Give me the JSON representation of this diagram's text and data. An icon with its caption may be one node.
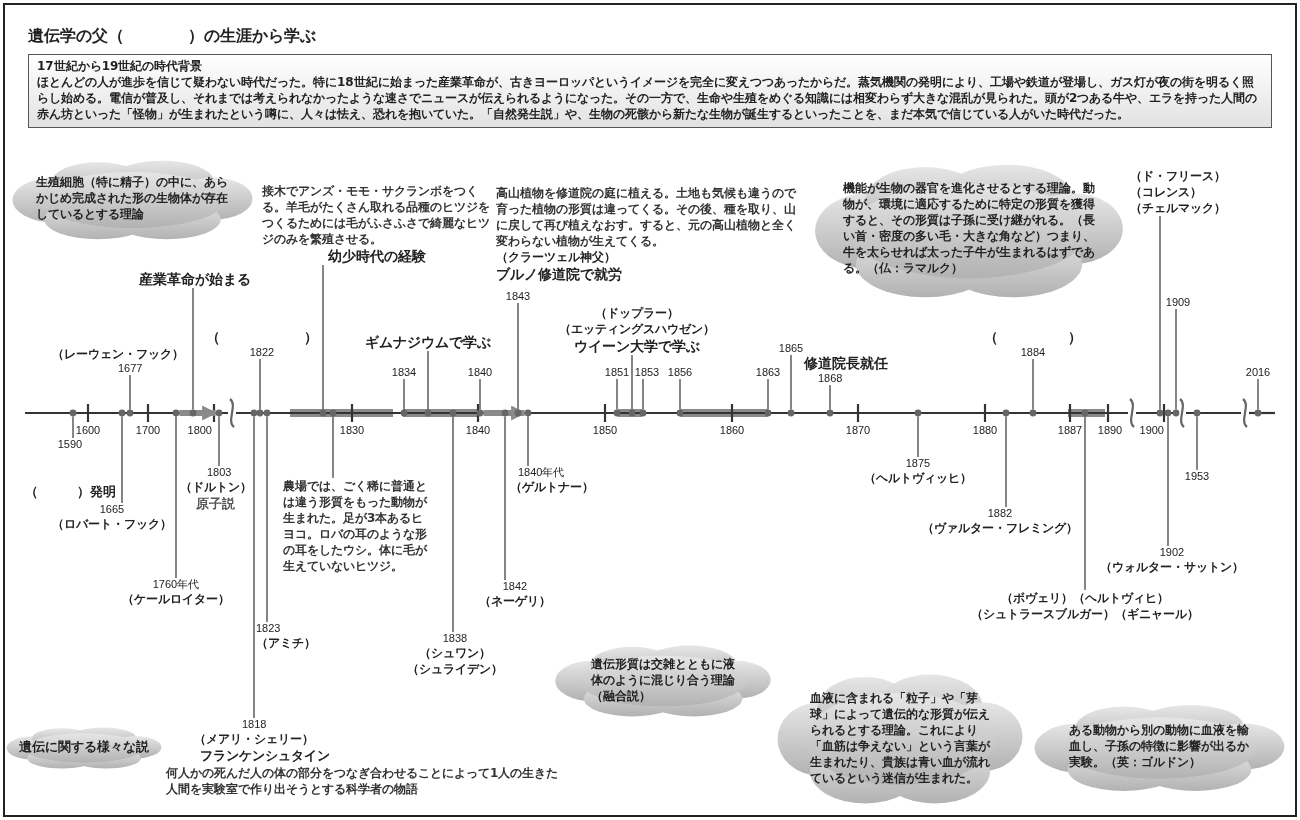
{
  "diagram": {
    "title": "遺伝学の父（　　　　）の生涯から学ぶ",
    "nodes": [
      {
        "text": [
          "17世紀から19世紀の時代背景",
          "ほとんどの人が進歩を信じて疑わない時代だった。特に18世紀に始まった産業革命が、古きヨーロッパというイメージを完全に変えつつあったからだ。蒸気機関の発明により、工場や鉄道が登場し、ガス灯が夜の街を明るく照らし始める。電信が普及し、それまでは考えられなかったような速さでニュースが伝えられるようになった。その一方で、生命や生殖をめぐる知識には相変わらず大きな混乱が見られた。頭が2つある牛や、エラを持った人間の赤ん坊といった「怪物」が生まれたという噂に、人々は怯え、恐れを抱いていた。「自然発生説」や、生物の死骸から新たな生物が誕生するといったことを、まだ本気で信じている人がいた時代だった。"
        ]
      },
      {
        "text": [
          "生殖細胞（特に精子）の中に、あらかじめ完成された形の生物体が存在しているとする理論"
        ]
      },
      {
        "text": [
          "接木でアンズ・モモ・サクランボをつくる。羊毛がたくさん取れる品種のヒツジをつくるためには毛がふさふさで綺麗なヒツジのみを繁殖させる。",
          "幼少時代の経験"
        ]
      },
      {
        "text": [
          "高山植物を修道院の庭に植える。土地も気候も違うので育った植物の形質は違ってくる。その後、種を取り、山に戻して再び植えなおす。すると、元の高山植物と全く変わらない植物が生えてくる。",
          "（クラーツェル神父）",
          "ブルノ修道院で就労"
        ]
      },
      {
        "text": [
          "1843"
        ]
      },
      {
        "text": [
          "（レーウェン・フック）",
          "1677"
        ]
      },
      {
        "text": [
          "産業革命が始まる"
        ]
      },
      {
        "text": [
          "（　　　　　　）",
          "1822"
        ]
      },
      {
        "text": [
          "ギムナジウムで学ぶ"
        ]
      },
      {
        "text": [
          "1834"
        ]
      },
      {
        "text": [
          "1840"
        ]
      },
      {
        "text": [
          "（ドップラー）",
          "（エッティングスハウゼン）",
          "ウイーン大学で学ぶ"
        ]
      },
      {
        "text": [
          "1851"
        ]
      },
      {
        "text": [
          "1853"
        ]
      },
      {
        "text": [
          "1856"
        ]
      },
      {
        "text": [
          "1863"
        ]
      },
      {
        "text": [
          "1865"
        ]
      },
      {
        "text": [
          "修道院長就任",
          "1868"
        ]
      },
      {
        "text": [
          "機能が生物の器官を進化させるとする理論。動物が、環境に適応するために特定の形質を獲得すると、その形質は子孫に受け継がれる。（長い首・密度の多い毛・大きな角など）つまり、牛を太らせれば太った子牛が生まれるはずである。（仏：ラマルク）"
        ]
      },
      {
        "text": [
          "（　　　　　）",
          "1884"
        ]
      },
      {
        "text": [
          "（ド・フリース）",
          "（コレンス）",
          "（チェルマック）"
        ]
      },
      {
        "text": [
          "1909"
        ]
      },
      {
        "text": [
          "2016"
        ]
      },
      {
        "text": [
          "1590",
          "（　　　）発明"
        ]
      },
      {
        "text": [
          "1665",
          "（ロバート・フック）"
        ]
      },
      {
        "text": [
          "1760年代",
          "（ケールロイター）"
        ]
      },
      {
        "text": [
          "1803",
          "（ドルトン）",
          "原子説"
        ]
      },
      {
        "text": [
          "1818",
          "（メアリ・シェリー）",
          "フランケンシュタイン",
          "何人かの死んだ人の体の部分をつなぎ合わせることによって1人の生きた人間を実験室で作り出そうとする科学者の物語"
        ]
      },
      {
        "text": [
          "1823",
          "（アミチ）"
        ]
      },
      {
        "text": [
          "農場では、ごく稀に普通とは違う形質をもった動物が生まれた。足が3本あるヒヨコ。ロバの耳のような形の耳をしたウシ。体に毛が生えていないヒツジ。"
        ]
      },
      {
        "text": [
          "1838",
          "（シュワン）",
          "（シュライデン）"
        ]
      },
      {
        "text": [
          "1842",
          "（ネーゲリ）"
        ]
      },
      {
        "text": [
          "1840年代",
          "（ゲルトナー）"
        ]
      },
      {
        "text": [
          "遺伝形質は交雑とともに液体のように混じり合う理論（融合説）"
        ]
      },
      {
        "text": [
          "1875",
          "（ヘルトヴィッヒ）"
        ]
      },
      {
        "text": [
          "1882",
          "（ヴァルター・フレミング）"
        ]
      },
      {
        "text": [
          "（ボヴェリ）（ヘルトヴィヒ）",
          "（シュトラースブルガー）（ギニャール）"
        ]
      },
      {
        "text": [
          "1902",
          "（ウォルター・サットン）"
        ]
      },
      {
        "text": [
          "1953"
        ]
      },
      {
        "text": [
          "血液に含まれる「粒子」や「芽球」によって遺伝的な形質が伝えられるとする理論。これにより「血筋は争えない」という言葉が生まれたり、貴族は青い血が流れているという迷信が生まれた。"
        ]
      },
      {
        "text": [
          "ある動物から別の動物に血液を輸血し、子孫の特徴に影響が出るか実験。（英：ゴルドン）"
        ]
      },
      {
        "text": [
          "遺伝に関する様々な説"
        ]
      },
      {
        "text": [],
        "shape": "circle"
      },
      {
        "text": [],
        "shape": "circle"
      },
      {
        "text": [],
        "shape": "circle"
      },
      {
        "text": [],
        "shape": "circle"
      },
      {
        "text": [],
        "shape": "circle"
      },
      {
        "text": [],
        "shape": "circle"
      },
      {
        "text": [],
        "shape": "circle"
      },
      {
        "text": [],
        "shape": "circle"
      },
      {
        "text": [],
        "shape": "circle"
      },
      {
        "text": [],
        "shape": "circle"
      },
      {
        "text": [],
        "shape": "circle"
      },
      {
        "text": [],
        "shape": "circle"
      },
      {
        "text": [],
        "shape": "circle"
      },
      {
        "text": [],
        "shape": "circle"
      },
      {
        "text": [],
        "shape": "circle"
      },
      {
        "text": [],
        "shape": "circle"
      },
      {
        "text": [],
        "shape": "circle"
      },
      {
        "text": [],
        "shape": "circle"
      },
      {
        "text": [],
        "shape": "circle"
      },
      {
        "text": [],
        "shape": "circle"
      },
      {
        "text": [],
        "shape": "circle"
      },
      {
        "text": [],
        "shape": "circle"
      },
      {
        "text": [],
        "shape": "circle"
      },
      {
        "text": [],
        "shape": "circle"
      },
      {
        "text": [],
        "shape": "circle"
      },
      {
        "text": [],
        "shape": "circle"
      },
      {
        "text": [],
        "shape": "circle"
      },
      {
        "text": [],
        "shape": "circle"
      },
      {
        "text": [],
        "shape": "circle"
      },
      {
        "text": [],
        "shape": "circle"
      },
      {
        "text": [],
        "shape": "circle"
      },
      {
        "text": [],
        "shape": "circle"
      },
      {
        "text": [],
        "shape": "circle"
      },
      {
        "text": [],
        "shape": "circle"
      }
    ],
    "edges": [
      {
        "from": 2,
        "to": 51,
        "arrow": "none"
      },
      {
        "from": 4,
        "to": 58,
        "arrow": "none"
      },
      {
        "from": 5,
        "to": 44,
        "arrow": "none"
      },
      {
        "from": 6,
        "to": 46,
        "arrow": "none"
      },
      {
        "from": 7,
        "to": 49,
        "arrow": "none"
      },
      {
        "from": 8,
        "to": 54,
        "arrow": "none"
      },
      {
        "from": 9,
        "to": 53,
        "arrow": "none"
      },
      {
        "from": 10,
        "to": 56,
        "arrow": "none"
      },
      {
        "from": 11,
        "to": 61,
        "arrow": "none"
      },
      {
        "from": 12,
        "to": 60,
        "arrow": "none"
      },
      {
        "from": 13,
        "to": 62,
        "arrow": "none"
      },
      {
        "from": 14,
        "to": 63,
        "arrow": "none"
      },
      {
        "from": 15,
        "to": 64,
        "arrow": "none"
      },
      {
        "from": 16,
        "to": 65,
        "arrow": "none"
      },
      {
        "from": 17,
        "to": 66,
        "arrow": "none"
      },
      {
        "from": 19,
        "to": 69,
        "arrow": "none"
      },
      {
        "from": 20,
        "to": 71,
        "arrow": "none"
      },
      {
        "from": 21,
        "to": 73,
        "arrow": "none"
      },
      {
        "from": 22,
        "to": 75,
        "arrow": "none"
      },
      {
        "from": 23,
        "to": 42,
        "arrow": "none"
      },
      {
        "from": 24,
        "to": 43,
        "arrow": "none"
      },
      {
        "from": 25,
        "to": 45,
        "arrow": "none"
      },
      {
        "from": 26,
        "to": 47,
        "arrow": "none"
      },
      {
        "from": 27,
        "to": 48,
        "arrow": "none"
      },
      {
        "from": 28,
        "to": 50,
        "arrow": "none"
      },
      {
        "from": 29,
        "to": 52,
        "arrow": "none"
      },
      {
        "from": 30,
        "to": 55,
        "arrow": "none"
      },
      {
        "from": 31,
        "to": 57,
        "arrow": "none"
      },
      {
        "from": 32,
        "to": 59,
        "arrow": "none"
      },
      {
        "from": 34,
        "to": 67,
        "arrow": "none"
      },
      {
        "from": 35,
        "to": 68,
        "arrow": "none"
      },
      {
        "from": 36,
        "to": 70,
        "arrow": "none"
      },
      {
        "from": 37,
        "to": 72,
        "arrow": "none"
      },
      {
        "from": 38,
        "to": 74,
        "arrow": "none"
      },
      {
        "from": 45,
        "to": 47,
        "arrow": "to",
        "style": "thick",
        "color": "#8a8a8a"
      },
      {
        "from": 56,
        "to": 59,
        "arrow": "to",
        "style": "thick",
        "color": "#8a8a8a"
      }
    ],
    "labels": [
      "1600",
      "1700",
      "1800",
      "1830",
      "1840",
      "1850",
      "1860",
      "1870",
      "1880",
      "1887",
      "1890",
      "1900"
    ]
  }
}
